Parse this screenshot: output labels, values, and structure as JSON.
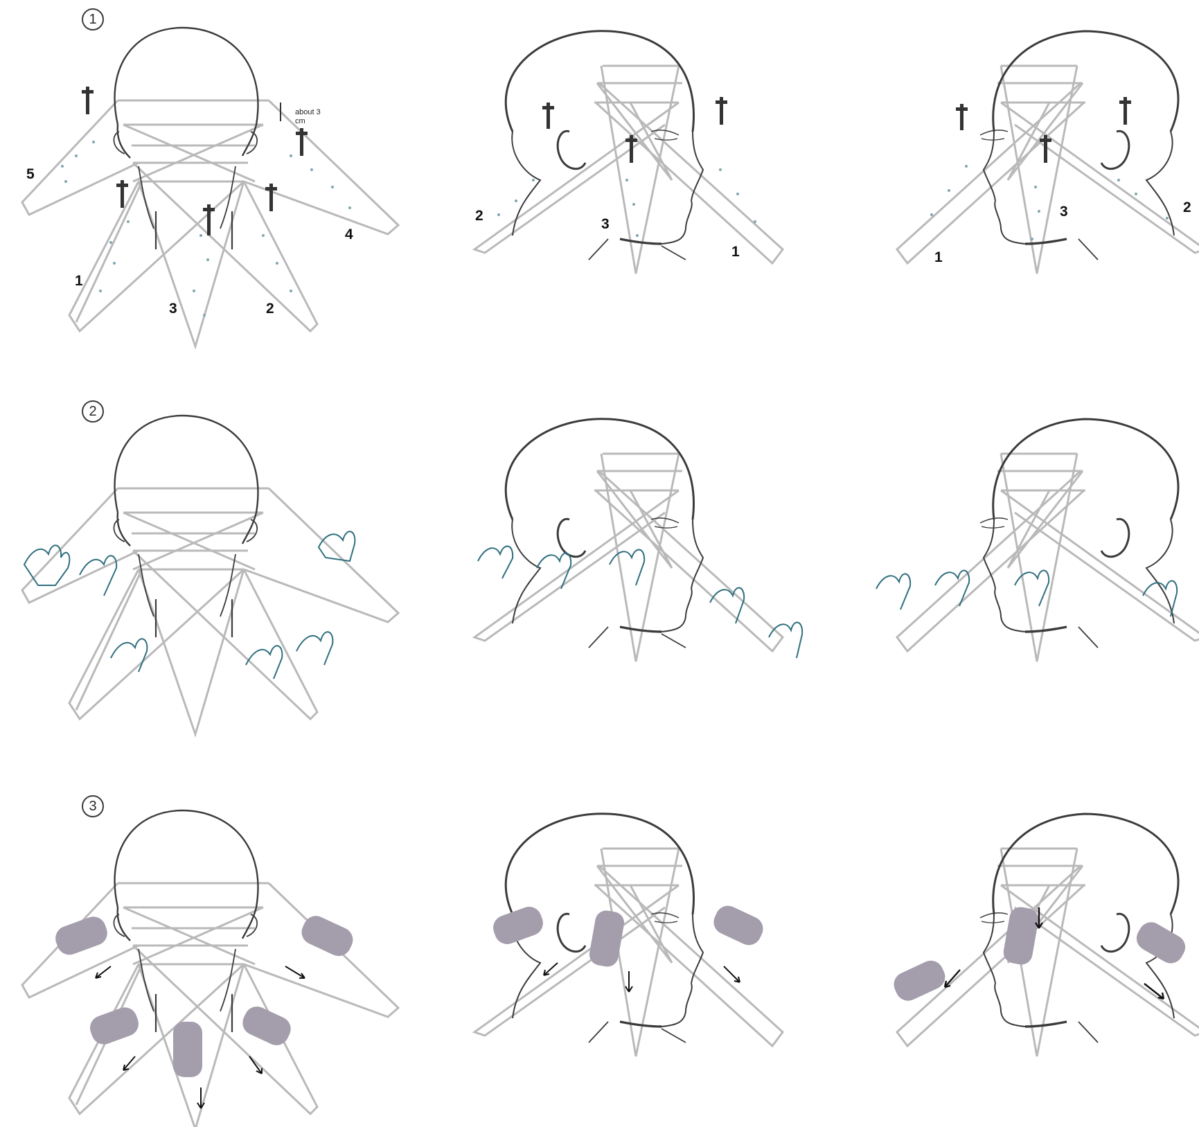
{
  "steps": [
    {
      "number": "1"
    },
    {
      "number": "2"
    },
    {
      "number": "3"
    }
  ],
  "annotations": {
    "spacing_note_line1": "about 3",
    "spacing_note_line2": "cm"
  },
  "panel_back_labels": {
    "one": "1",
    "two": "2",
    "three": "3",
    "four": "4",
    "five": "5"
  },
  "panel_side_right_labels": {
    "one": "1",
    "two": "2",
    "three": "3"
  },
  "panel_side_left_labels": {
    "one": "1",
    "two": "2",
    "three": "3"
  },
  "colors": {
    "tape": "#b9b9b9",
    "outline": "#3b3b3b",
    "hands": "#2f6f7e",
    "brush": "#a49dac",
    "dots": "#7fa6ae",
    "pins": "#333333"
  }
}
